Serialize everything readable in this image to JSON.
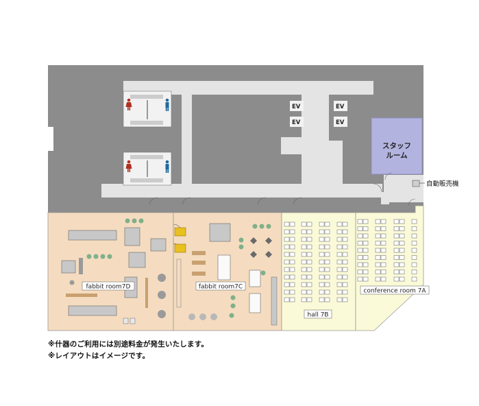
{
  "colors": {
    "wall": "#8c8c8c",
    "corridor": "#e4e4e4",
    "fabbit_room": "#f5dcc0",
    "hall": "#fafad8",
    "staff_room": "#b3b3e0",
    "furniture": "#9a9a9a",
    "plant": "#7fb08a",
    "chair_yellow": "#e8c020",
    "male": "#1e6aa0",
    "female": "#b03020"
  },
  "rooms": {
    "room_7d": "fabbit room7D",
    "room_7c": "fabbit room7C",
    "hall_7b": "hall 7B",
    "conference_7a": "conference room 7A",
    "staff_line1": "スタッフ",
    "staff_line2": "ルーム"
  },
  "elevators": [
    "EV",
    "EV",
    "EV",
    "EV"
  ],
  "vending_label": "自動販売機",
  "icons": {
    "restroom_male": "male-restroom-icon",
    "restroom_female": "female-restroom-icon"
  },
  "notes": {
    "line1": "※什器のご利用には別途料金が発生いたします。",
    "line2": "※レイアウトはイメージです。"
  }
}
